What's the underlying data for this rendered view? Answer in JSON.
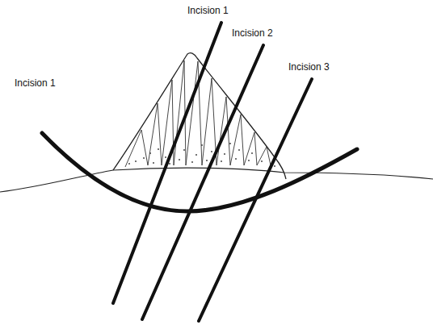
{
  "diagram": {
    "labels": [
      "Incision 1",
      "Incision 2",
      "Incision 3",
      "Incision 1"
    ]
  }
}
